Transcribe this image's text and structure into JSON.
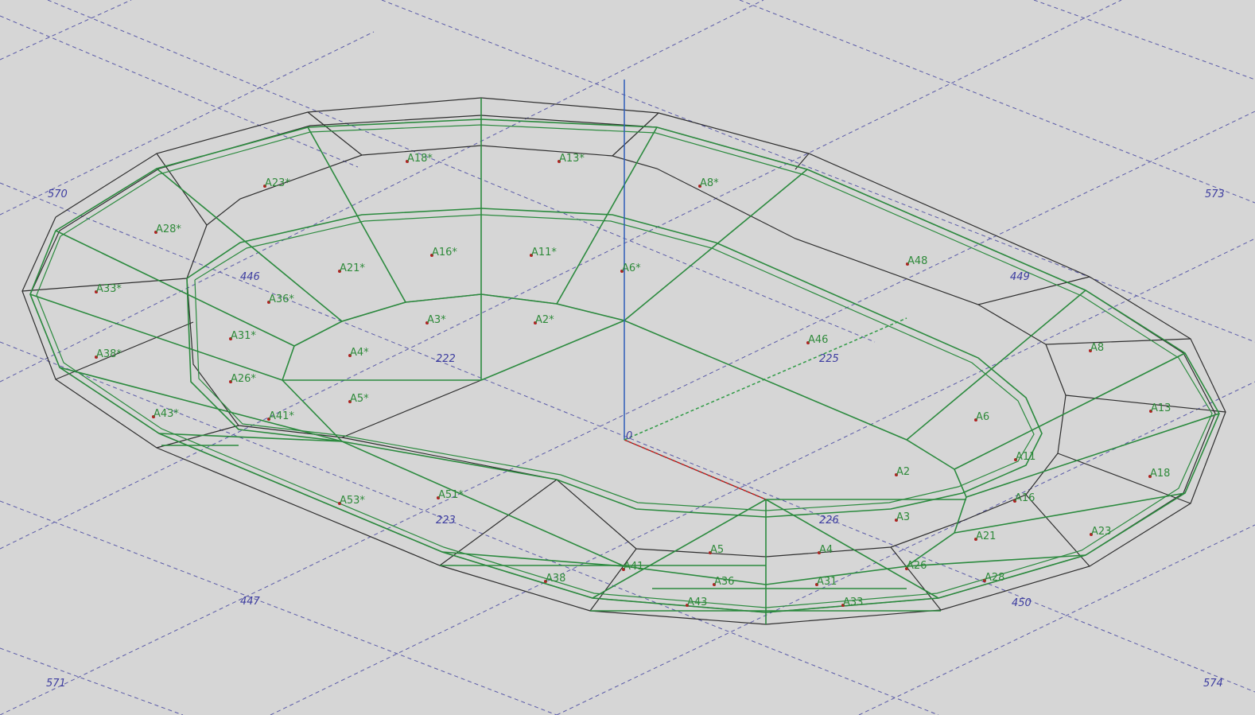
{
  "area_labels": {
    "a18p": "A18*",
    "a13p": "A13*",
    "a8p": "A8*",
    "a23p": "A23*",
    "a28p": "A28*",
    "a33p": "A33*",
    "a38p": "A38*",
    "a43p": "A43*",
    "a21p": "A21*",
    "a16p": "A16*",
    "a11p": "A11*",
    "a6p": "A6*",
    "a36p": "A36*",
    "a31p": "A31*",
    "a26p": "A26*",
    "a3p": "A3*",
    "a2p": "A2*",
    "a4p": "A4*",
    "a5p": "A5*",
    "a41p": "A41*",
    "a51p": "A51*",
    "a53p": "A53*",
    "a48": "A48",
    "a46": "A46",
    "a8": "A8",
    "a13": "A13",
    "a6": "A6",
    "a11": "A11",
    "a18": "A18",
    "a2": "A2",
    "a16": "A16",
    "a3": "A3",
    "a21": "A21",
    "a23": "A23",
    "a5": "A5",
    "a4": "A4",
    "a41": "A41",
    "a26": "A26",
    "a28": "A28",
    "a31": "A31",
    "a36": "A36",
    "a38": "A38",
    "a33": "A33",
    "a43": "A43"
  },
  "grid_labels": {
    "g570": "570",
    "g573": "573",
    "g446": "446",
    "g449": "449",
    "g222": "222",
    "g225": "225",
    "g223": "223",
    "g226": "226",
    "g447": "447",
    "g450": "450",
    "g571": "571",
    "g574": "574"
  },
  "origin_label": "0",
  "colors": {
    "background": "#d6d6d6",
    "member": "#2b8a3e",
    "outline": "#2e2e2e",
    "grid": "#5a5aa8",
    "z_axis": "#2f5db8",
    "x_axis": "#d02020",
    "labels": "#2e8a3a"
  }
}
